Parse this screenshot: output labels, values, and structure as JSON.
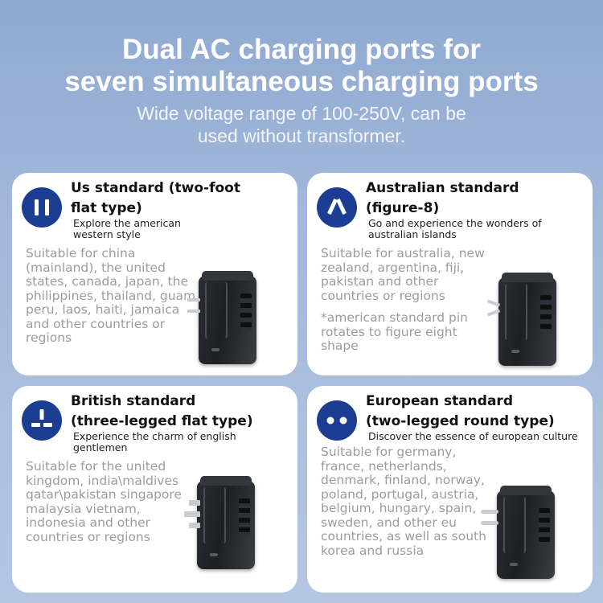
{
  "header": {
    "title_line1": "Dual AC charging ports for",
    "title_line2": "seven simultaneous charging ports",
    "subtitle_line1": "Wide voltage range of 100-250V, can be",
    "subtitle_line2": "used without transformer."
  },
  "cards": {
    "us": {
      "title": [
        "Us standard (two-foot",
        "flat type)"
      ],
      "tagline": [
        "Explore the american",
        "western style"
      ],
      "description": [
        "Suitable for china",
        "(mainland), the united",
        "states, canada, japan, the",
        "philippines, thailand, guam",
        "peru, laos, haiti, jamaica",
        "and other countries or",
        "regions"
      ],
      "icon": "us-plug-icon"
    },
    "au": {
      "title": [
        "Australian standard",
        "(figure-8)"
      ],
      "tagline": [
        "Go and experience the wonders of",
        "australian islands"
      ],
      "description": [
        "Suitable for australia, new",
        "zealand, argentina, fiji,",
        "pakistan and other",
        "countries or regions"
      ],
      "note": [
        "*american standard pin",
        "rotates to figure eight",
        "shape"
      ],
      "icon": "au-plug-icon"
    },
    "uk": {
      "title": [
        "British standard",
        "(three-legged flat type)"
      ],
      "tagline": [
        "Experience the charm of english",
        "gentlemen"
      ],
      "description": [
        "Suitable for the united",
        "kingdom, india\\maldives",
        "qatar\\pakistan singapore",
        "malaysia vietnam,",
        "indonesia and other",
        "countries or regions"
      ],
      "icon": "uk-plug-icon"
    },
    "eu": {
      "title": [
        "European standard",
        "(two-legged round type)"
      ],
      "tagline": [
        "Discover the essence of european culture"
      ],
      "description": [
        "Suitable for germany,",
        "france, netherlands,",
        "denmark, finland, norway,",
        "poland, portugal, austria,",
        "belgium, hungary, spain,",
        "sweden, and other eu",
        "countries, as well as south",
        "korea and russia"
      ],
      "icon": "eu-plug-icon"
    }
  },
  "colors": {
    "icon_bg": "#1b3e93",
    "heading": "#111111",
    "body_text": "#9c9c9c"
  }
}
